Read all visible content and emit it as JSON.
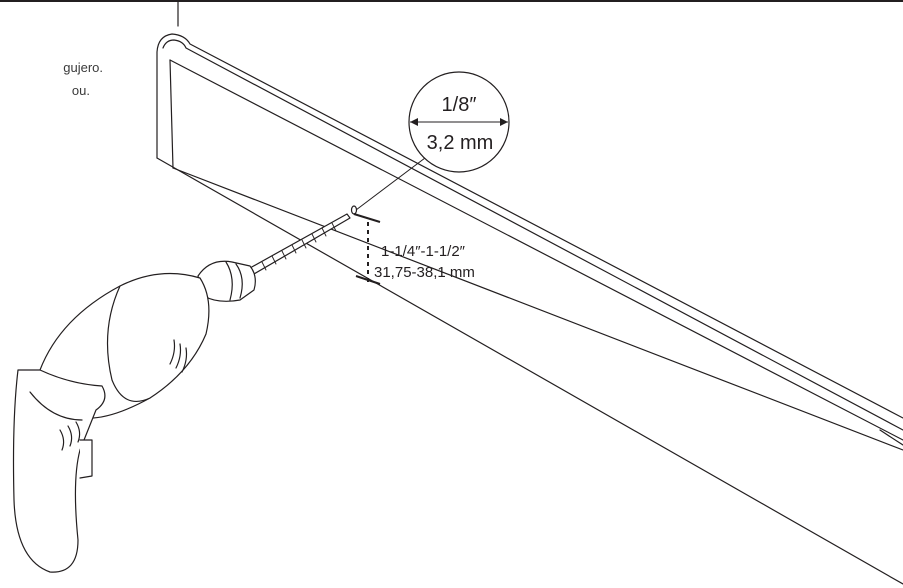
{
  "instruction": {
    "line1": "gujero.",
    "line2": "ou."
  },
  "callout": {
    "inch": "1/8″",
    "metric": "3,2 mm"
  },
  "depth": {
    "inch": "1-1/4″-1-1/2″",
    "metric": "31,75-38,1 mm"
  },
  "colors": {
    "ink": "#231f20",
    "paper": "#ffffff"
  }
}
